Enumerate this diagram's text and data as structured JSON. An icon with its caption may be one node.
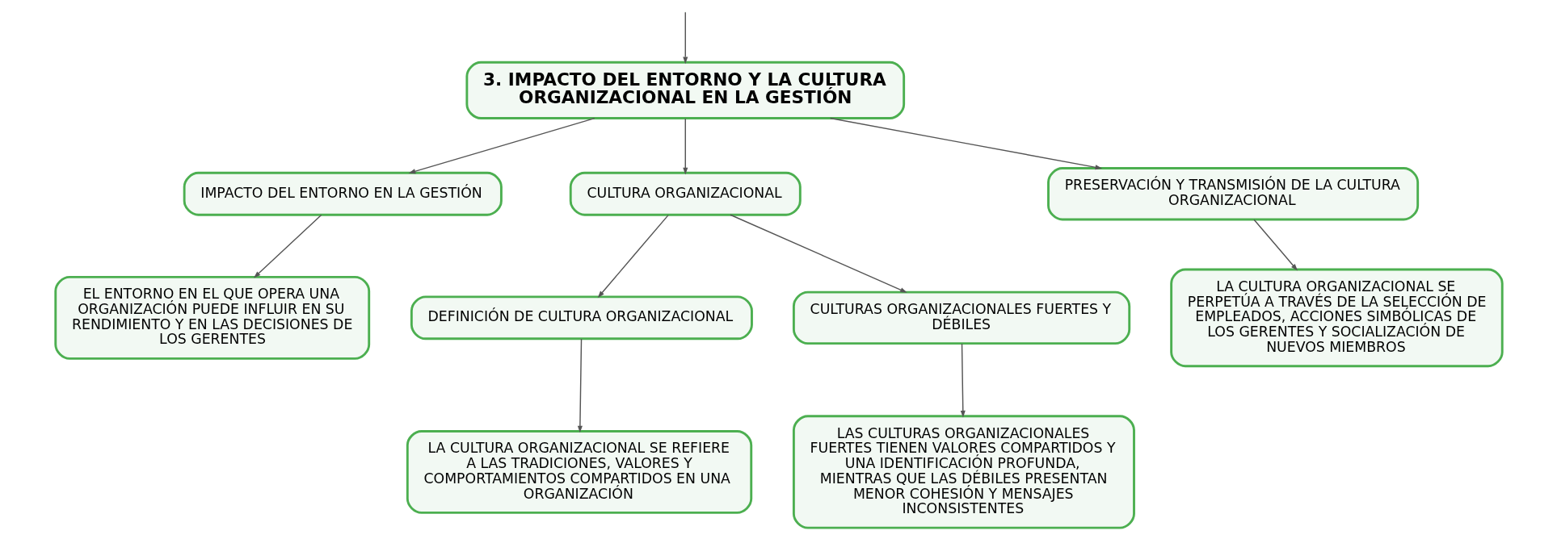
{
  "diagram": {
    "nodes": [
      {
        "text": [
          "3. IMPACTO DEL ENTORNO Y LA CULTURA ORGANIZACIONAL EN LA GESTIÓN"
        ]
      },
      {
        "text": [
          "IMPACTO DEL ENTORNO EN LA GESTIÓN"
        ]
      },
      {
        "text": [
          "CULTURA ORGANIZACIONAL"
        ]
      },
      {
        "text": [
          "PRESERVACIÓN Y TRANSMISIÓN DE LA CULTURA ORGANIZACIONAL"
        ]
      },
      {
        "text": [
          "EL ENTORNO EN EL QUE OPERA UNA ORGANIZACIÓN PUEDE INFLUIR EN SU RENDIMIENTO Y EN LAS DECISIONES DE LOS GERENTES"
        ]
      },
      {
        "text": [
          "DEFINICIÓN DE CULTURA ORGANIZACIONAL"
        ]
      },
      {
        "text": [
          "CULTURAS ORGANIZACIONALES FUERTES Y DÉBILES"
        ]
      },
      {
        "text": [
          "LA CULTURA ORGANIZACIONAL SE REFIERE A LAS TRADICIONES, VALORES Y COMPORTAMIENTOS COMPARTIDOS EN UNA ORGANIZACIÓN"
        ]
      },
      {
        "text": [
          "LAS CULTURAS ORGANIZACIONALES FUERTES TIENEN VALORES COMPARTIDOS Y UNA IDENTIFICACIÓN PROFUNDA, MIENTRAS QUE LAS DÉBILES PRESENTAN MENOR COHESIÓN Y MENSAJES INCONSISTENTES"
        ]
      },
      {
        "text": [
          "LA CULTURA ORGANIZACIONAL SE PERPETÚA A TRAVÉS DE LA SELECCIÓN DE EMPLEADOS, ACCIONES SIMBÓLICAS DE LOS GERENTES Y SOCIALIZACIÓN DE NUEVOS MIEMBROS"
        ]
      }
    ],
    "edges": [
      {
        "from": null,
        "to": 0,
        "arrow": "to"
      },
      {
        "from": 0,
        "to": 1,
        "arrow": "to"
      },
      {
        "from": 0,
        "to": 2,
        "arrow": "to"
      },
      {
        "from": 0,
        "to": 3,
        "arrow": "to"
      },
      {
        "from": 1,
        "to": 4,
        "arrow": "to"
      },
      {
        "from": 2,
        "to": 5,
        "arrow": "to"
      },
      {
        "from": 2,
        "to": 6,
        "arrow": "to"
      },
      {
        "from": 5,
        "to": 7,
        "arrow": "to"
      },
      {
        "from": 6,
        "to": 8,
        "arrow": "to"
      },
      {
        "from": 3,
        "to": 9,
        "arrow": "to"
      }
    ]
  }
}
